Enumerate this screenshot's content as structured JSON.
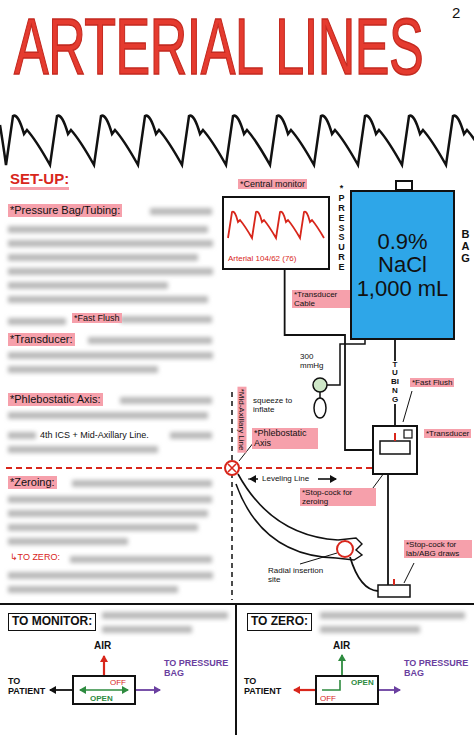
{
  "diagram": {
    "title": "ARTERIAL LINES",
    "nodes": [
      {
        "text": [
          "*Central monitor",
          "Arterial 104/62 (76)"
        ]
      },
      {
        "text": [
          "0.9% NaCl 1,000 mL"
        ]
      },
      {
        "text": [
          "*Transducer"
        ]
      },
      {
        "text": [
          "TO MONITOR:"
        ]
      },
      {
        "text": [
          "OFF",
          "OPEN"
        ],
        "in": 3
      },
      {
        "text": [
          "TO ZERO:"
        ]
      },
      {
        "text": [
          "OPEN",
          "OFF"
        ],
        "in": 5
      }
    ],
    "edges": [
      {
        "from": 1,
        "to": 2,
        "label": "TUBING",
        "arrow": "none"
      },
      {
        "from": 0,
        "to": 2,
        "arrow": "none"
      }
    ],
    "labels": [
      "2",
      "SET-UP:",
      "*Pressure Bag/Tubing:",
      "*Fast Flush",
      "*Transducer:",
      "*Phlebostatic Axis:",
      "4th ICS + Mid-Axillary Line.",
      "*Zeroing:",
      "↳TO ZERO:",
      "*PRESSURE",
      "BAG",
      "*Transducer Cable",
      "300 mmHg",
      "squeeze to inflate",
      "*Fast Flush",
      "*Phlebostatic Axis",
      "*Mid-Axillary Line",
      "Leveling Line",
      "*Stop-cock for zeroing",
      "Radial insertion site",
      "*Stop-cock for lab/ABG draws",
      "AIR",
      "TO PATIENT",
      "TO PRESSURE BAG",
      "AIR",
      "TO PATIENT",
      "TO PRESSURE BAG"
    ]
  }
}
